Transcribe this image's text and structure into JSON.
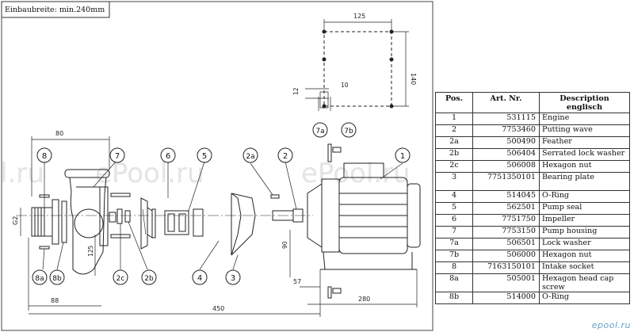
{
  "drawing": {
    "install_width_note": "Einbaubreite: min.240mm",
    "balloons": [
      "8",
      "7",
      "6",
      "5",
      "4",
      "3",
      "2a",
      "2",
      "1",
      "7a",
      "7b",
      "8a",
      "8b",
      "2c",
      "2b"
    ],
    "dimensions": {
      "d80": "80",
      "d88": "88",
      "d450": "450",
      "d280": "280",
      "d57": "57",
      "d125_top": "125",
      "d140": "140",
      "d10": "10",
      "d12": "12",
      "g2": "G2",
      "d125_side": "125",
      "d90": "90"
    },
    "watermarks": [
      "l.ru",
      "ePool.ru",
      "ePool.ru"
    ]
  },
  "table": {
    "headers": {
      "pos": "Pos.",
      "art": "Art. Nr.",
      "desc_line1": "Description",
      "desc_line2": "englisch"
    },
    "rows": [
      {
        "pos": "1",
        "art": "531115",
        "desc": "Engine"
      },
      {
        "pos": "2",
        "art": "7753460",
        "desc": "Putting wave"
      },
      {
        "pos": "2a",
        "art": "500490",
        "desc": "Feather"
      },
      {
        "pos": "2b",
        "art": "506404",
        "desc": "Serrated lock washer"
      },
      {
        "pos": "2c",
        "art": "506008",
        "desc": "Hexagon nut"
      },
      {
        "pos": "3",
        "art": "7751350101",
        "desc": "Bearing plate"
      },
      {
        "pos": "4",
        "art": "514045",
        "desc": "O-Ring"
      },
      {
        "pos": "5",
        "art": "562501",
        "desc": "Pump seal"
      },
      {
        "pos": "6",
        "art": "7751750",
        "desc": "Impeller"
      },
      {
        "pos": "7",
        "art": "7753150",
        "desc": "Pump housing"
      },
      {
        "pos": "7a",
        "art": "506501",
        "desc": "Lock washer"
      },
      {
        "pos": "7b",
        "art": "506000",
        "desc": "Hexagon nut"
      },
      {
        "pos": "8",
        "art": "7163150101",
        "desc": "Intake socket"
      },
      {
        "pos": "8a",
        "art": "505001",
        "desc": "Hexagon head cap screw"
      },
      {
        "pos": "8b",
        "art": "514000",
        "desc": "O-Ring"
      }
    ]
  },
  "logo": "epool.ru"
}
